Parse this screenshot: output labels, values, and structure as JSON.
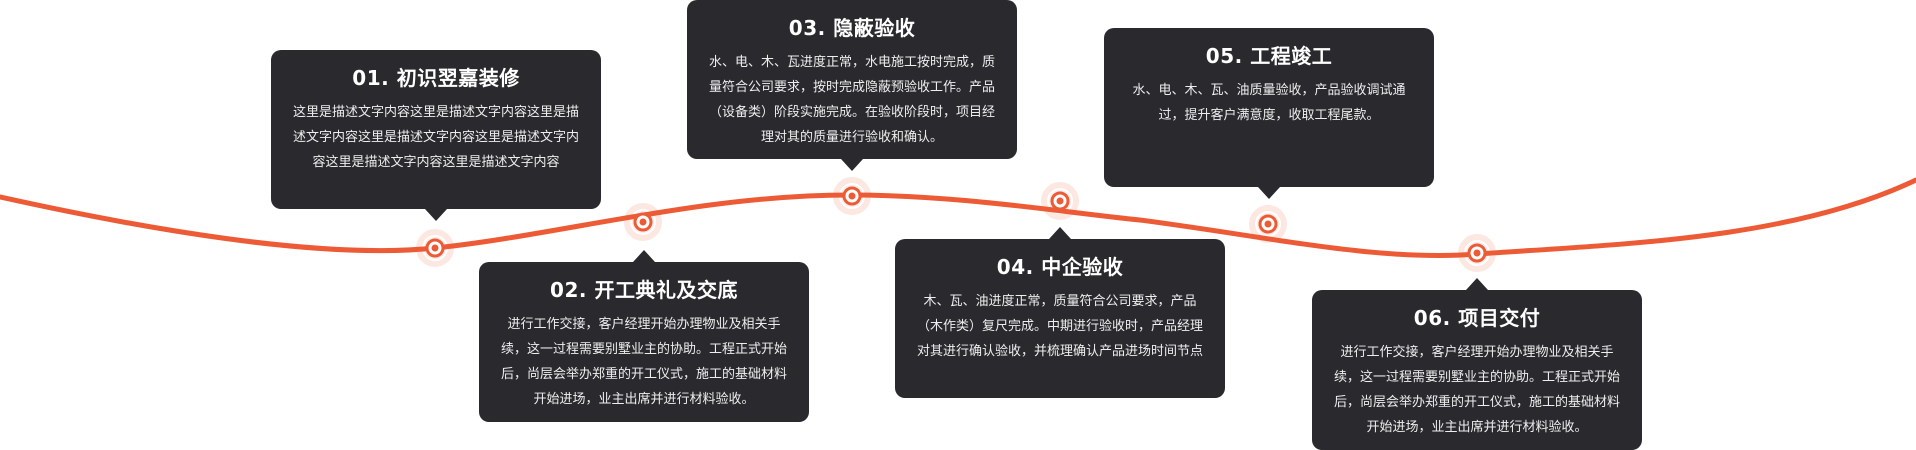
{
  "colors": {
    "curve": "#ed5b36",
    "card_bg": "#2a2a2e",
    "card_text": "#ffffff"
  },
  "steps": [
    {
      "title": "01. 初识翌嘉装修",
      "desc": "这里是描述文字内容这里是描述文字内容这里是描述文字内容这里是描述文字内容这里是描述文字内容这里是描述文字内容这里是描述文字内容"
    },
    {
      "title": "02. 开工典礼及交底",
      "desc": "进行工作交接，客户经理开始办理物业及相关手续，这一过程需要别墅业主的协助。工程正式开始后，尚层会举办郑重的开工仪式，施工的基础材料开始进场，业主出席并进行材料验收。"
    },
    {
      "title": "03. 隐蔽验收",
      "desc": "水、电、木、瓦进度正常，水电施工按时完成，质量符合公司要求，按时完成隐蔽预验收工作。产品（设备类）阶段实施完成。在验收阶段时，项目经理对其的质量进行验收和确认。"
    },
    {
      "title": "04. 中企验收",
      "desc": "木、瓦、油进度正常，质量符合公司要求，产品（木作类）复尺完成。中期进行验收时，产品经理对其进行确认验收，并梳理确认产品进场时间节点"
    },
    {
      "title": "05. 工程竣工",
      "desc": "水、电、木、瓦、油质量验收，产品验收调试通过，提升客户满意度，收取工程尾款。"
    },
    {
      "title": "06. 项目交付",
      "desc": "进行工作交接，客户经理开始办理物业及相关手续，这一过程需要别墅业主的协助。工程正式开始后，尚层会举办郑重的开工仪式，施工的基础材料开始进场，业主出席并进行材料验收。"
    }
  ]
}
